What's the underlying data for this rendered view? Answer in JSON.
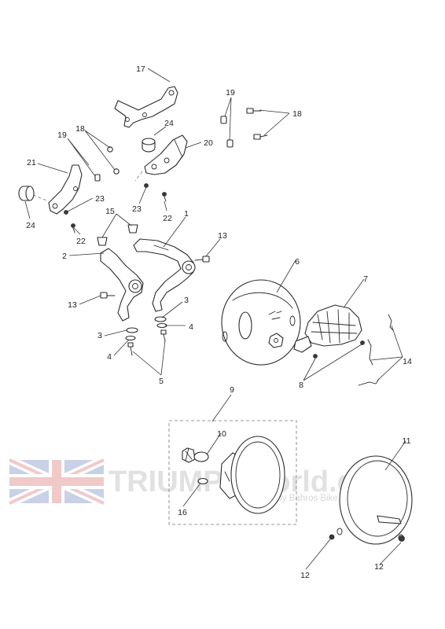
{
  "watermark": {
    "title": "TRIUMPHWorld.de",
    "subtitle": "powered by Bahros Bike Bude",
    "flag": "union-jack-flag-icon"
  },
  "callouts": {
    "c1": "1",
    "c2": "2",
    "c3a": "3",
    "c3b": "3",
    "c4a": "4",
    "c4b": "4",
    "c5": "5",
    "c6": "6",
    "c7": "7",
    "c8": "8",
    "c9": "9",
    "c10": "10",
    "c11": "11",
    "c12a": "12",
    "c12b": "12",
    "c13a": "13",
    "c13b": "13",
    "c14": "14",
    "c15": "15",
    "c16": "16",
    "c17": "17",
    "c18a": "18",
    "c18b": "18",
    "c19a": "19",
    "c19b": "19",
    "c20": "20",
    "c21": "21",
    "c22a": "22",
    "c22b": "22",
    "c23a": "23",
    "c23b": "23",
    "c24a": "24",
    "c24b": "24"
  }
}
